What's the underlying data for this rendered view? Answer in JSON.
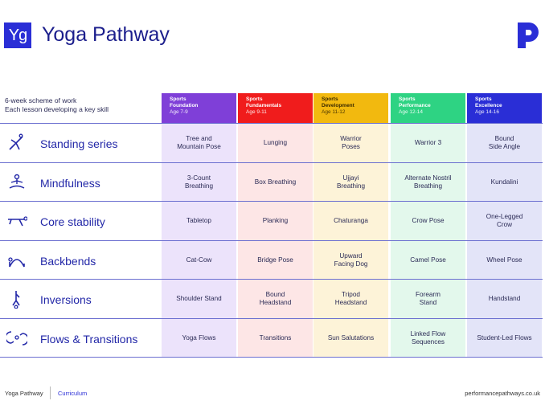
{
  "header": {
    "logo_text": "Yg",
    "title": "Yoga Pathway",
    "brand_mark_icon": "performance-pathways-p-icon"
  },
  "intro": {
    "line1": "6-week scheme of work",
    "line2": "Each lesson developing a key skill"
  },
  "columns": [
    {
      "line1": "Sports",
      "line2": "Foundation",
      "age": "Age 7-9",
      "color": "#7f3fd8",
      "bg": "#ece3fb"
    },
    {
      "line1": "Sports",
      "line2": "Fundamentals",
      "age": "Age 9-11",
      "color": "#f01c1c",
      "bg": "#fde6e6"
    },
    {
      "line1": "Sports",
      "line2": "Development",
      "age": "Age 11-12",
      "color": "#f2b90f",
      "bg": "#fdf3d8"
    },
    {
      "line1": "Sports",
      "line2": "Performance",
      "age": "Age 12-14",
      "color": "#2ed383",
      "bg": "#e3f8ec"
    },
    {
      "line1": "Sports",
      "line2": "Excellence",
      "age": "Age 14-16",
      "color": "#2a2ed6",
      "bg": "#e3e4f8"
    }
  ],
  "rows": [
    {
      "name": "Standing series",
      "icon": "standing-pose-icon",
      "cells": [
        [
          "Tree and",
          "Mountain Pose"
        ],
        [
          "Lunging"
        ],
        [
          "Warrior",
          "Poses"
        ],
        [
          "Warrior 3"
        ],
        [
          "Bound",
          "Side Angle"
        ]
      ]
    },
    {
      "name": "Mindfulness",
      "icon": "meditation-icon",
      "cells": [
        [
          "3-Count",
          "Breathing"
        ],
        [
          "Box Breathing"
        ],
        [
          "Ujjayi",
          "Breathing"
        ],
        [
          "Alternate Nostril",
          "Breathing"
        ],
        [
          "Kundalini"
        ]
      ]
    },
    {
      "name": "Core stability",
      "icon": "plank-pose-icon",
      "cells": [
        [
          "Tabletop"
        ],
        [
          "Planking"
        ],
        [
          "Chaturanga"
        ],
        [
          "Crow Pose"
        ],
        [
          "One-Legged",
          "Crow"
        ]
      ]
    },
    {
      "name": "Backbends",
      "icon": "backbend-pose-icon",
      "cells": [
        [
          "Cat-Cow"
        ],
        [
          "Bridge Pose"
        ],
        [
          "Upward",
          "Facing Dog"
        ],
        [
          "Camel Pose"
        ],
        [
          "Wheel Pose"
        ]
      ]
    },
    {
      "name": "Inversions",
      "icon": "inversion-pose-icon",
      "cells": [
        [
          "Shoulder Stand"
        ],
        [
          "Bound",
          "Headstand"
        ],
        [
          "Tripod",
          "Headstand"
        ],
        [
          "Forearm",
          "Stand"
        ],
        [
          "Handstand"
        ]
      ]
    },
    {
      "name": "Flows & Transitions",
      "icon": "flow-arrows-icon",
      "cells": [
        [
          "Yoga Flows"
        ],
        [
          "Transitions"
        ],
        [
          "Sun Salutations"
        ],
        [
          "Linked Flow",
          "Sequences"
        ],
        [
          "Student-Led Flows"
        ]
      ]
    }
  ],
  "footer": {
    "left": "Yoga Pathway",
    "center": "Curriculum",
    "right": "performancepathways.co.uk"
  }
}
